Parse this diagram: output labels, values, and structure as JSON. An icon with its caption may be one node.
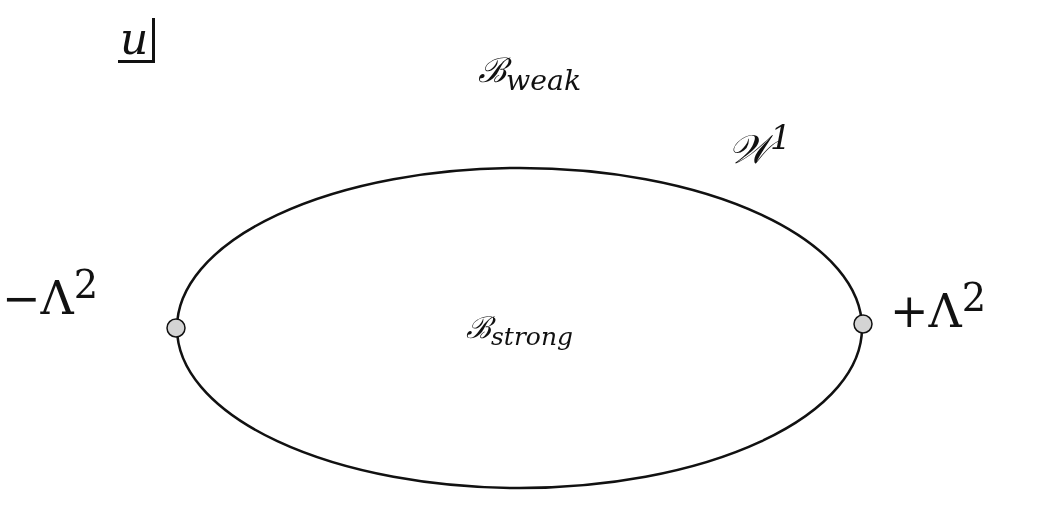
{
  "diagram": {
    "nodes": [
      {
        "text": [
          "ℬ$_{strong}$"
        ]
      },
      {
        "text": [],
        "shape": "circle",
        "beside": [
          "−Λ$^{2}$"
        ]
      },
      {
        "text": [],
        "shape": "circle",
        "beside": [
          "+Λ$^{2}$"
        ]
      }
    ],
    "labels": [
      "u",
      "ℬ$_{weak}$",
      "𝒲$^{1}$"
    ]
  }
}
